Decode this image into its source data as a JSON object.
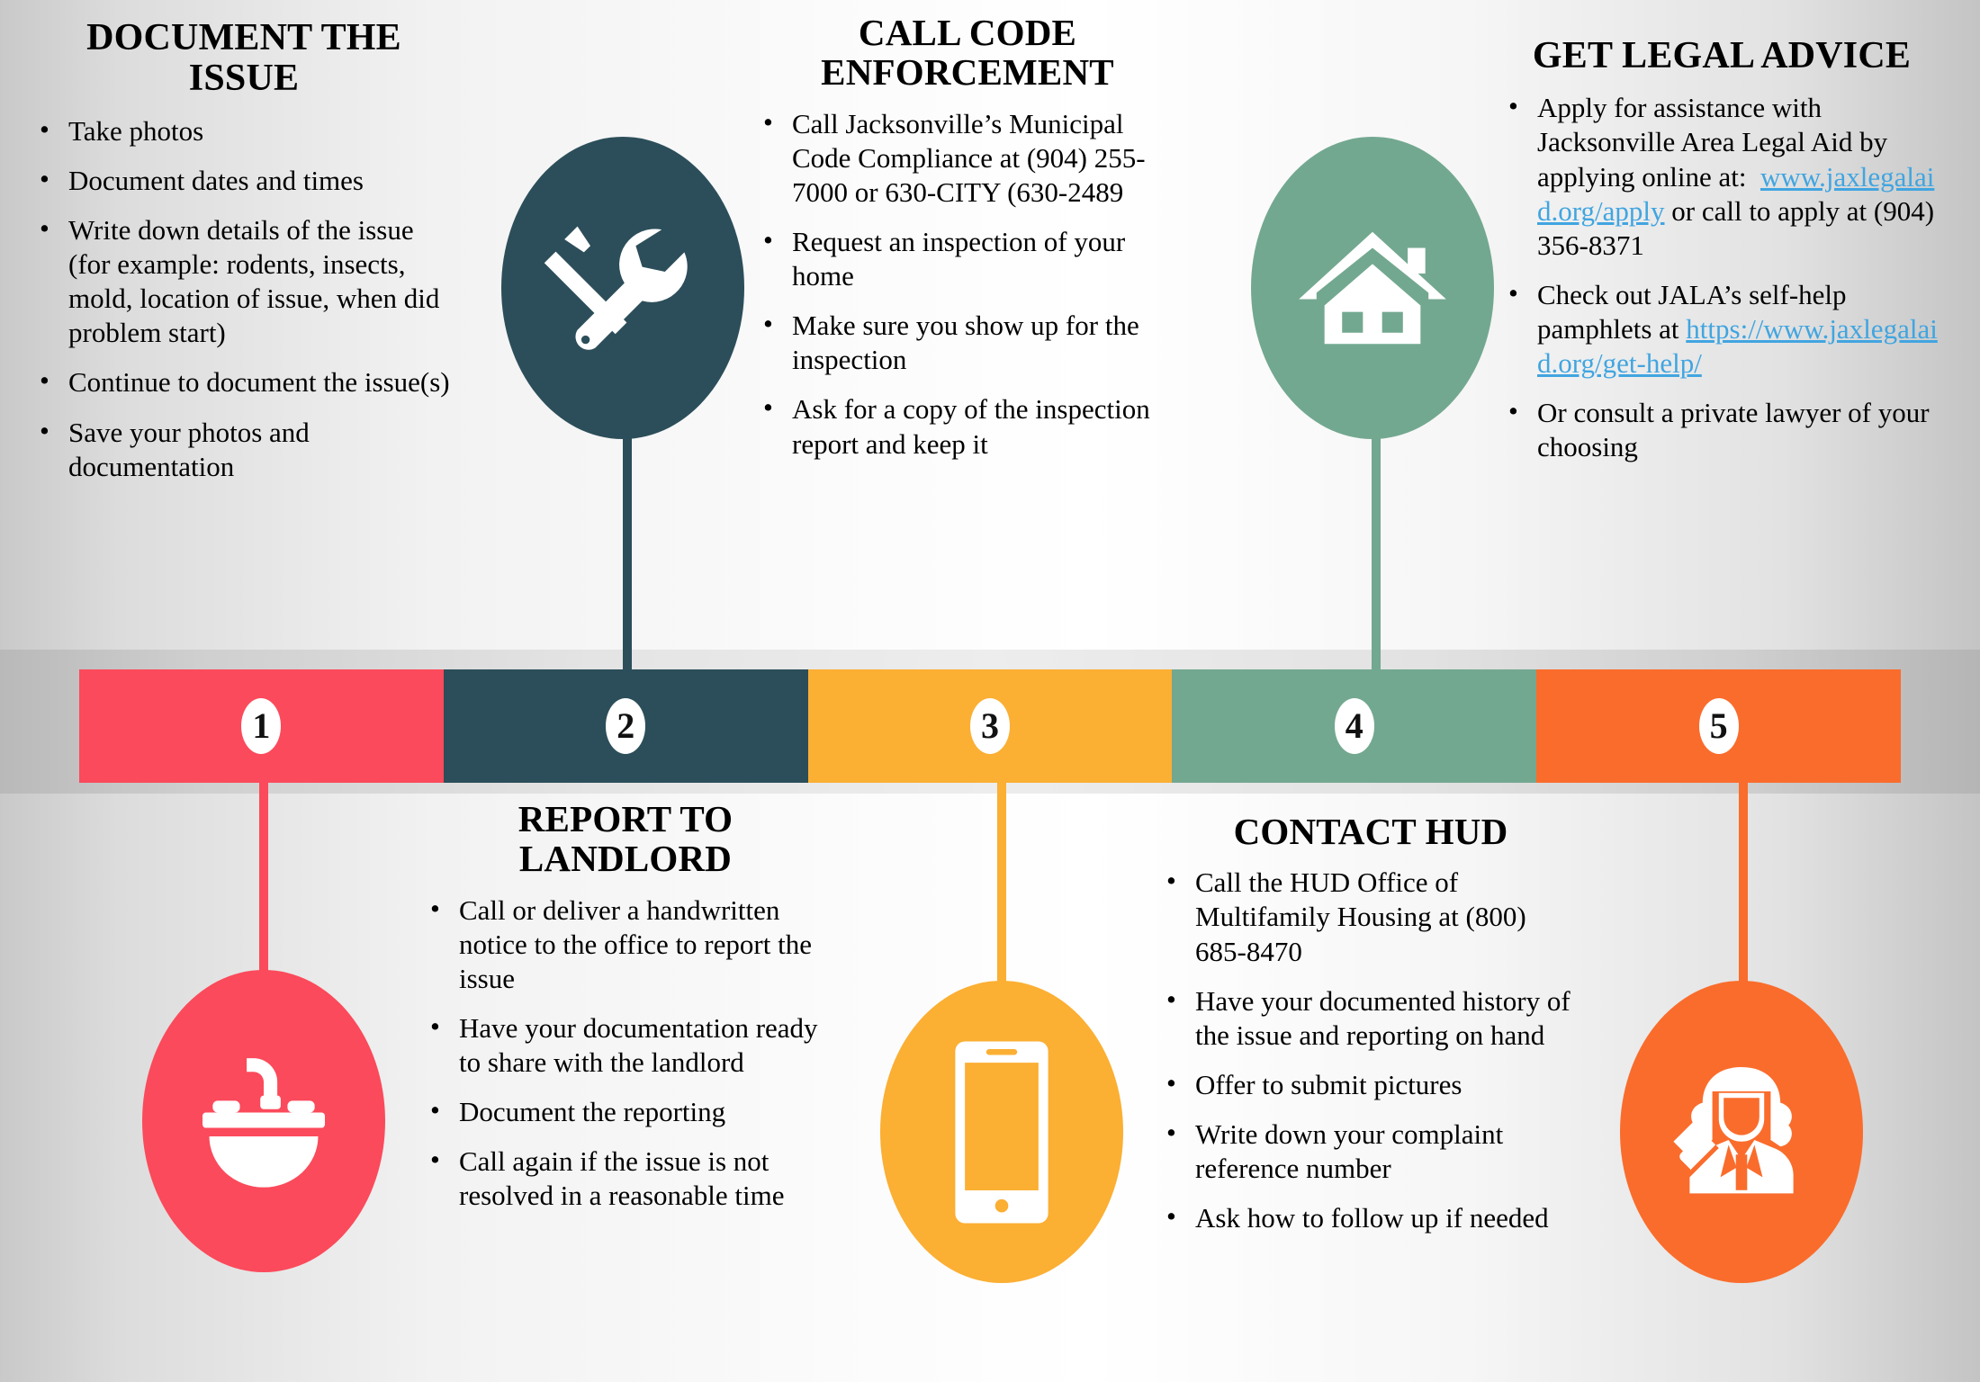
{
  "palette": {
    "step1": "#FB4A5B",
    "step2": "#2C4E5A",
    "step3": "#FBAF33",
    "step4": "#73A890",
    "step5": "#FA6C2C",
    "link": "#41A5E0",
    "number_text": "#111111",
    "number_bg": "#FFFFFF"
  },
  "timeline": {
    "steps": [
      {
        "number": "1",
        "color": "#FB4A5B",
        "icon": "sink-icon"
      },
      {
        "number": "2",
        "color": "#2C4E5A",
        "icon": "tools-icon"
      },
      {
        "number": "3",
        "color": "#FBAF33",
        "icon": "mobile-phone-icon"
      },
      {
        "number": "4",
        "color": "#73A890",
        "icon": "house-icon"
      },
      {
        "number": "5",
        "color": "#FA6C2C",
        "icon": "lawyer-icon"
      }
    ]
  },
  "sections": {
    "document_the_issue": {
      "title": "DOCUMENT THE ISSUE",
      "bullets": [
        "Take photos",
        "Document dates and times",
        "Write down details of the issue (for example: rodents, insects, mold, location of issue, when did problem start)",
        "Continue to document the issue(s)",
        "Save your photos and documentation"
      ]
    },
    "call_code_enforcement": {
      "title": "CALL CODE ENFORCEMENT",
      "bullets": [
        "Call Jacksonville’s Municipal Code Compliance at (904) 255-7000 or 630-CITY (630-2489",
        "Request an inspection of your home",
        "Make sure you show up for the inspection",
        "Ask for a copy of the inspection report and keep it"
      ]
    },
    "get_legal_advice": {
      "title": "GET LEGAL ADVICE",
      "bullet1_pre": "Apply for assistance with Jacksonville Area Legal Aid by applying online at:  ",
      "bullet1_link": "www.jaxlegalaid.org/apply",
      "bullet1_post": " or call to apply at (904) 356-8371",
      "bullet2_pre": "Check out JALA’s self-help pamphlets at ",
      "bullet2_link": "https://www.jaxlegalaid.org/get-help/",
      "bullet3": "Or consult a private lawyer of your choosing"
    },
    "report_to_landlord": {
      "title": "REPORT TO LANDLORD",
      "bullets": [
        "Call or deliver a handwritten notice to the office to report the issue",
        "Have your documentation ready to share with the landlord",
        "Document the reporting",
        "Call again if the issue is not resolved in a reasonable time"
      ]
    },
    "contact_hud": {
      "title": "CONTACT HUD",
      "bullets": [
        "Call the HUD Office of Multifamily Housing at (800) 685-8470",
        "Have your documented history of the issue and reporting on hand",
        "Offer to submit pictures",
        "Write down your complaint reference number",
        "Ask how to follow up if needed"
      ]
    }
  }
}
